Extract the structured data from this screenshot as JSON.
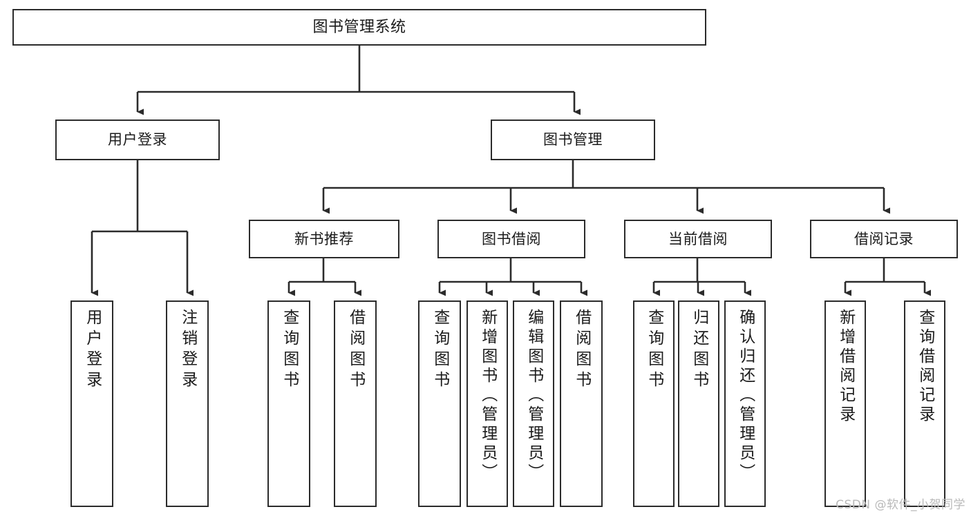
{
  "diagram": {
    "title": "图书管理系统",
    "type": "tree",
    "watermark": "CSDN @软件_小贺同学",
    "colors": {
      "box_border": "#2b2b2b",
      "box_fill": "#ffffff",
      "line": "#2b2b2b",
      "text": "#1b1b1b",
      "watermark": "#b9b9b9"
    },
    "nodes": {
      "root": {
        "label": "图书管理系统"
      },
      "level2": [
        {
          "id": "user-login",
          "label": "用户登录"
        },
        {
          "id": "book-manage",
          "label": "图书管理"
        }
      ],
      "level3": [
        {
          "id": "new-book-recommend",
          "label": "新书推荐"
        },
        {
          "id": "book-borrow",
          "label": "图书借阅"
        },
        {
          "id": "current-borrow",
          "label": "当前借阅"
        },
        {
          "id": "borrow-record",
          "label": "借阅记录"
        }
      ],
      "leaves": {
        "user-login": [
          {
            "id": "leaf-user-login",
            "label": "用户登录"
          },
          {
            "id": "leaf-logout-login",
            "label": "注销登录"
          }
        ],
        "new-book-recommend": [
          {
            "id": "leaf-query-book-1",
            "label": "查询图书"
          },
          {
            "id": "leaf-borrow-book-1",
            "label": "借阅图书"
          }
        ],
        "book-borrow": [
          {
            "id": "leaf-query-book-2",
            "label": "查询图书"
          },
          {
            "id": "leaf-add-book-admin",
            "label": "新增图书（管理员）"
          },
          {
            "id": "leaf-edit-book-admin",
            "label": "编辑图书（管理员）"
          },
          {
            "id": "leaf-borrow-book-2",
            "label": "借阅图书"
          }
        ],
        "current-borrow": [
          {
            "id": "leaf-query-book-3",
            "label": "查询图书"
          },
          {
            "id": "leaf-return-book",
            "label": "归还图书"
          },
          {
            "id": "leaf-confirm-return-admin",
            "label": "确认归还（管理员）"
          }
        ],
        "borrow-record": [
          {
            "id": "leaf-add-borrow-record",
            "label": "新增借阅记录"
          },
          {
            "id": "leaf-query-borrow-record",
            "label": "查询借阅记录"
          }
        ]
      }
    }
  }
}
